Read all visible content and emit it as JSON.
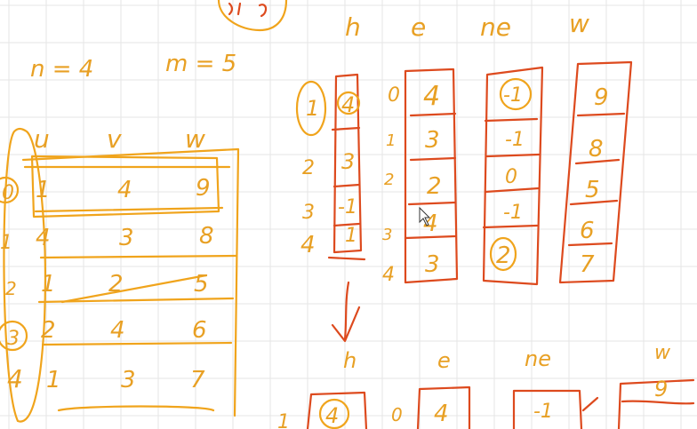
{
  "params": {
    "n_label": "n = 4",
    "m_label": "m = 5"
  },
  "edge_table": {
    "headers": [
      "u",
      "v",
      "w"
    ],
    "rows": [
      {
        "index": "0",
        "u": "1",
        "v": "4",
        "w": "9"
      },
      {
        "index": "1",
        "u": "4",
        "v": "3",
        "w": "8"
      },
      {
        "index": "2",
        "u": "1",
        "v": "2",
        "w": "5"
      },
      {
        "index": "3",
        "u": "2",
        "v": "4",
        "w": "6"
      },
      {
        "index": "4",
        "u": "1",
        "v": "3",
        "w": "7"
      }
    ]
  },
  "arrays": {
    "headers": [
      "h",
      "e",
      "ne",
      "w"
    ],
    "h_index": [
      "1",
      "2",
      "3",
      "4"
    ],
    "h_values": [
      "4",
      "3",
      "-1",
      "1"
    ],
    "edge_index": [
      "0",
      "1",
      "2",
      "3",
      "4"
    ],
    "e_values": [
      "4",
      "3",
      "2",
      "4",
      "3"
    ],
    "ne_values": [
      "-1",
      "-1",
      "0",
      "-1",
      "2"
    ],
    "w_values": [
      "9",
      "8",
      "5",
      "6",
      "7"
    ]
  },
  "bottom_row": {
    "headers": [
      "h",
      "e",
      "ne",
      "w"
    ],
    "row_label": "1",
    "h_value": "4",
    "e_index": "0",
    "e_value": "4",
    "ne_value": "-1",
    "w_value": "9"
  }
}
